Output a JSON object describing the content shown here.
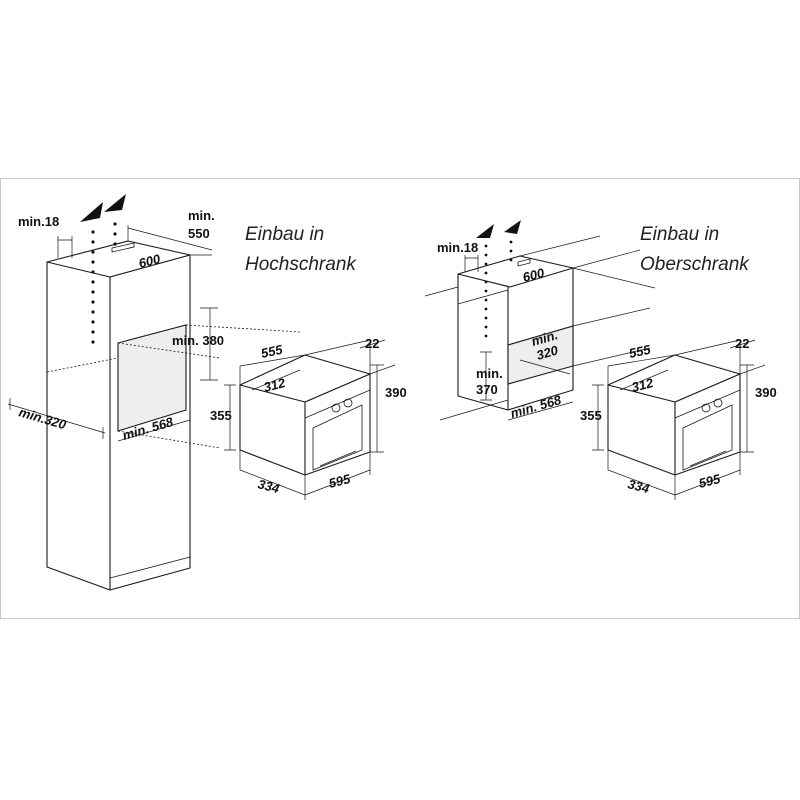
{
  "left": {
    "title_line1": "Einbau in",
    "title_line2": "Hochschrank",
    "cabinet": {
      "min18": "min.18",
      "min550_line1": "min.",
      "min550_line2": "550",
      "d600": "600",
      "min380": "min. 380",
      "min320": "min.320",
      "min568": "min. 568"
    },
    "oven": {
      "d555": "555",
      "d22": "22",
      "d312": "312",
      "d390": "390",
      "d355": "355",
      "d334": "334",
      "d595": "595"
    }
  },
  "right": {
    "title_line1": "Einbau in",
    "title_line2": "Oberschrank",
    "cabinet": {
      "min18": "min.18",
      "d600": "600",
      "min320_line1": "min.",
      "min320_line2": "320",
      "min370_line1": "min.",
      "min370_line2": "370",
      "min568": "min. 568"
    },
    "oven": {
      "d555": "555",
      "d22": "22",
      "d312": "312",
      "d390": "390",
      "d355": "355",
      "d334": "334",
      "d595": "595"
    }
  }
}
